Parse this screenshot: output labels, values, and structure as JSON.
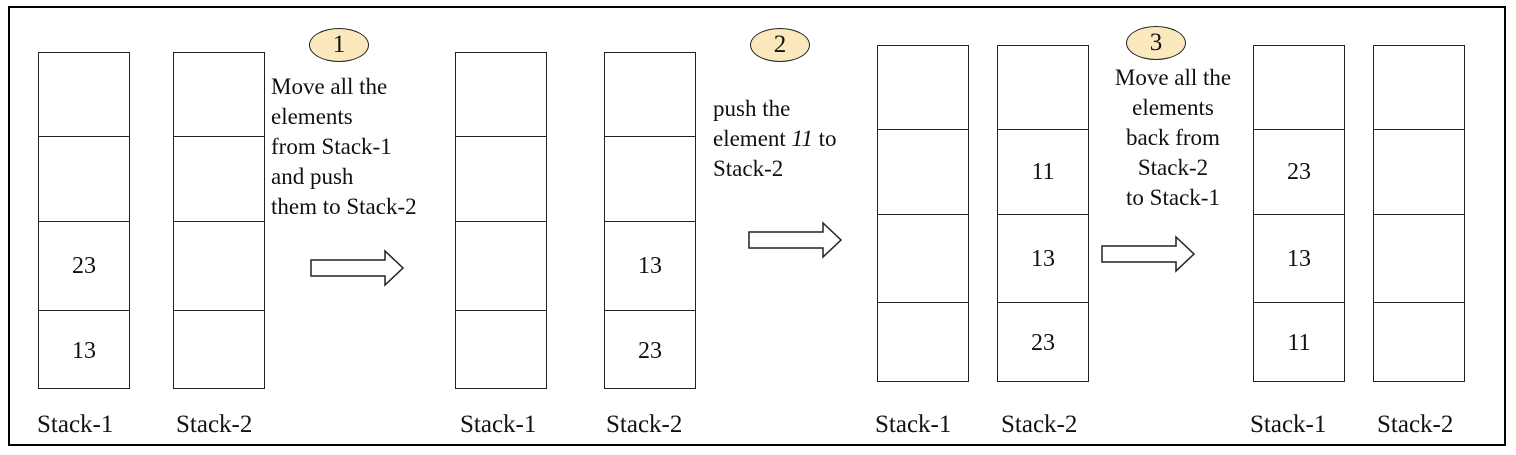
{
  "steps": [
    {
      "number": "1",
      "text": [
        "Move all the",
        "elements",
        "from Stack-1",
        "and push",
        "them to Stack-2"
      ]
    },
    {
      "number": "2",
      "text_parts": [
        "push the",
        "element ",
        "11",
        " to",
        "Stack-2"
      ]
    },
    {
      "number": "3",
      "text": [
        "Move all the",
        "elements",
        "back from",
        "Stack-2",
        "to Stack-1"
      ]
    }
  ],
  "states": [
    {
      "stack1": {
        "label": "Stack-1",
        "cells": [
          "",
          "",
          "23",
          "13"
        ]
      },
      "stack2": {
        "label": "Stack-2",
        "cells": [
          "",
          "",
          "",
          ""
        ]
      }
    },
    {
      "stack1": {
        "label": "Stack-1",
        "cells": [
          "",
          "",
          "",
          ""
        ]
      },
      "stack2": {
        "label": "Stack-2",
        "cells": [
          "",
          "",
          "13",
          "23"
        ]
      }
    },
    {
      "stack1": {
        "label": "Stack-1",
        "cells": [
          "",
          "",
          "",
          ""
        ]
      },
      "stack2": {
        "label": "Stack-2",
        "cells": [
          "",
          "11",
          "13",
          "23"
        ]
      }
    },
    {
      "stack1": {
        "label": "Stack-1",
        "cells": [
          "",
          "23",
          "13",
          "11"
        ]
      },
      "stack2": {
        "label": "Stack-2",
        "cells": [
          "",
          "",
          "",
          ""
        ]
      }
    }
  ],
  "colors": {
    "badge_fill": "#fbe8bd",
    "line": "#222222"
  }
}
